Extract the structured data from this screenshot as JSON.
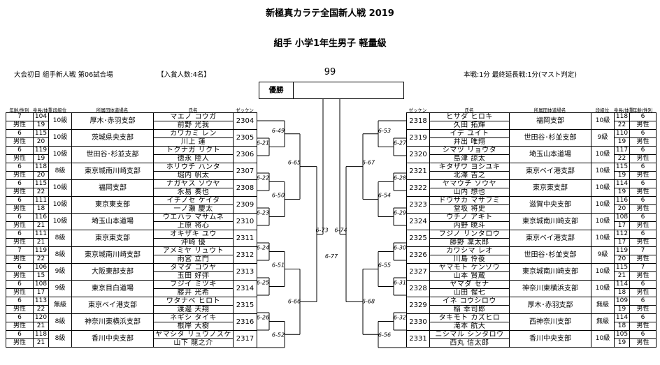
{
  "header": {
    "title": "新極真カラテ全国新人戦 2019",
    "subtitle": "組手 小学1年生男子 軽量級",
    "day_info": "大会初日 組手新人戦 第06試合場",
    "award_info": "【入賞人数:4名】",
    "bracket_number": "99",
    "time_info": "本戦:1分 最終延長戦:1分(マスト判定)"
  },
  "champion_label": "優勝",
  "columns": {
    "age_gender": "年齢/性別",
    "hw": "身長/体重",
    "rank": "段級位",
    "dojo": "所属団体道場名",
    "name": "氏名",
    "zekken": "ゼッケン"
  },
  "left_players": [
    {
      "age": "7",
      "gender": "男性",
      "height": "104",
      "weight": "19",
      "rank": "10級",
      "dojo": "厚木･赤羽支部",
      "kana": "マエノ コウガ",
      "name": "前野 光我",
      "zekken": "2304"
    },
    {
      "age": "6",
      "gender": "男性",
      "height": "115",
      "weight": "20",
      "rank": "10級",
      "dojo": "茨城県央支部",
      "kana": "カワカミ レン",
      "name": "川上 蓮",
      "zekken": "2305"
    },
    {
      "age": "6",
      "gender": "男性",
      "height": "119",
      "weight": "19",
      "rank": "10級",
      "dojo": "世田谷･杉並支部",
      "kana": "トクナガ リクト",
      "name": "徳永 陸人",
      "zekken": "2306"
    },
    {
      "age": "6",
      "gender": "男性",
      "height": "118",
      "weight": "20",
      "rank": "8級",
      "dojo": "東京城南川崎支部",
      "kana": "ホリウチ ハンタ",
      "name": "堀内 帆太",
      "zekken": "2307"
    },
    {
      "age": "6",
      "gender": "男性",
      "height": "115",
      "weight": "22",
      "rank": "10級",
      "dojo": "福岡支部",
      "kana": "ナガヤス ソウヤ",
      "name": "永易 奏也",
      "zekken": "2308"
    },
    {
      "age": "6",
      "gender": "男性",
      "height": "111",
      "weight": "18",
      "rank": "10級",
      "dojo": "東京東支部",
      "kana": "イチノセ ケイタ",
      "name": "一ノ瀬 慶太",
      "zekken": "2309"
    },
    {
      "age": "6",
      "gender": "男性",
      "height": "116",
      "weight": "21",
      "rank": "10級",
      "dojo": "埼玉山本道場",
      "kana": "ウエハラ マサムネ",
      "name": "上原 将心",
      "zekken": "2310"
    },
    {
      "age": "6",
      "gender": "男性",
      "height": "111",
      "weight": "21",
      "rank": "8級",
      "dojo": "東京東支部",
      "kana": "オキザキ ユウ",
      "name": "沖崎 優",
      "zekken": "2311"
    },
    {
      "age": "7",
      "gender": "男性",
      "height": "119",
      "weight": "22",
      "rank": "8級",
      "dojo": "東京城南川崎支部",
      "kana": "アメミヤ リュウト",
      "name": "雨宮 立門",
      "zekken": "2312"
    },
    {
      "age": "6",
      "gender": "男性",
      "height": "106",
      "weight": "15",
      "rank": "9級",
      "dojo": "大阪東部支部",
      "kana": "タマダ コウヤ",
      "name": "玉田 好弥",
      "zekken": "2313"
    },
    {
      "age": "6",
      "gender": "男性",
      "height": "108",
      "weight": "17",
      "rank": "9級",
      "dojo": "東京目白道場",
      "kana": "フジイ ミツキ",
      "name": "藤井 光希",
      "zekken": "2314"
    },
    {
      "age": "6",
      "gender": "男性",
      "height": "113",
      "weight": "22",
      "rank": "無級",
      "dojo": "東京ベイ港支部",
      "kana": "ワタナベ ヒロト",
      "name": "渡邊 天翔",
      "zekken": "2315"
    },
    {
      "age": "6",
      "gender": "男性",
      "height": "120",
      "weight": "21",
      "rank": "8級",
      "dojo": "神奈川東横浜支部",
      "kana": "ネギシ タイキ",
      "name": "根岸 大樹",
      "zekken": "2316"
    },
    {
      "age": "6",
      "gender": "男性",
      "height": "118",
      "weight": "21",
      "rank": "8級",
      "dojo": "香川中央支部",
      "kana": "ヤマシタ リュウノスケ",
      "name": "山下 龍之介",
      "zekken": "2317"
    }
  ],
  "right_players": [
    {
      "age": "6",
      "gender": "男性",
      "height": "118",
      "weight": "22",
      "rank": "10級",
      "dojo": "福岡支部",
      "kana": "ヒサダ ヒロキ",
      "name": "久田 拓輝",
      "zekken": "2318"
    },
    {
      "age": "6",
      "gender": "男性",
      "height": "110",
      "weight": "19",
      "rank": "9級",
      "dojo": "世田谷･杉並支部",
      "kana": "イデ ユイト",
      "name": "井出 唯翔",
      "zekken": "2319"
    },
    {
      "age": "6",
      "gender": "男性",
      "height": "117",
      "weight": "22",
      "rank": "10級",
      "dojo": "埼玉山本道場",
      "kana": "シマヅ リョウタ",
      "name": "島津 諒太",
      "zekken": "2320"
    },
    {
      "age": "6",
      "gender": "男性",
      "height": "115",
      "weight": "19",
      "rank": "10級",
      "dojo": "東京ベイ港支部",
      "kana": "キタザワ ヨシユキ",
      "name": "北澤 吉之",
      "zekken": "2321"
    },
    {
      "age": "6",
      "gender": "男性",
      "height": "114",
      "weight": "19",
      "rank": "10級",
      "dojo": "東京東支部",
      "kana": "ヤマウチ ソウヤ",
      "name": "山内 想也",
      "zekken": "2322"
    },
    {
      "age": "6",
      "gender": "男性",
      "height": "116",
      "weight": "20",
      "rank": "10級",
      "dojo": "滋賀中央支部",
      "kana": "ドウサカ マサフミ",
      "name": "堂坂 将史",
      "zekken": "2323"
    },
    {
      "age": "6",
      "gender": "男性",
      "height": "108",
      "weight": "17",
      "rank": "10級",
      "dojo": "東京城南川崎支部",
      "kana": "ウチノ アキト",
      "name": "内野 暁斗",
      "zekken": "2324"
    },
    {
      "age": "6",
      "gender": "男性",
      "height": "112",
      "weight": "17",
      "rank": "10級",
      "dojo": "東京ベイ港支部",
      "kana": "フジノ リンタロウ",
      "name": "藤野 凜太郎",
      "zekken": "2325"
    },
    {
      "age": "7",
      "gender": "男性",
      "height": "119",
      "weight": "20",
      "rank": "9級",
      "dojo": "世田谷･杉並支部",
      "kana": "カワシマ レオ",
      "name": "川島 伶葰",
      "zekken": "2326"
    },
    {
      "age": "7",
      "gender": "男性",
      "height": "115",
      "weight": "21",
      "rank": "10級",
      "dojo": "東京城南川崎支部",
      "kana": "ヤマモト ケンゾウ",
      "name": "山本 賢蔵",
      "zekken": "2327"
    },
    {
      "age": "6",
      "gender": "男性",
      "height": "114",
      "weight": "18",
      "rank": "10級",
      "dojo": "神奈川東横浜支部",
      "kana": "ヤマダ セナ",
      "name": "山田 惺七",
      "zekken": "2328"
    },
    {
      "age": "6",
      "gender": "男性",
      "height": "109",
      "weight": "19",
      "rank": "無級",
      "dojo": "厚木･赤羽支部",
      "kana": "イネ コウシロウ",
      "name": "稲 幸司郎",
      "zekken": "2329"
    },
    {
      "age": "6",
      "gender": "男性",
      "height": "114",
      "weight": "18",
      "rank": "無級",
      "dojo": "西神奈川支部",
      "kana": "タキモト カズヒロ",
      "name": "滝本 航大",
      "zekken": "2330"
    },
    {
      "age": "6",
      "gender": "男性",
      "height": "105",
      "weight": "19",
      "rank": "10級",
      "dojo": "香川中央支部",
      "kana": "ニシマル シンタロウ",
      "name": "西丸 信太郎",
      "zekken": "2331"
    }
  ],
  "matches": {
    "L1": [
      "6-49",
      "6-21",
      "6-22",
      "6-50",
      "6-23",
      "6-24",
      "6-51",
      "6-25",
      "6-26",
      "6-52"
    ],
    "L2": [
      "6-65",
      "6-66"
    ],
    "L3": "6-73",
    "R1": [
      "6-53",
      "6-27",
      "6-28",
      "6-54",
      "6-29",
      "6-30",
      "6-55",
      "6-31",
      "6-32",
      "6-56"
    ],
    "R2": [
      "6-67",
      "6-68"
    ],
    "R3": "6-74",
    "final": "6-77"
  }
}
